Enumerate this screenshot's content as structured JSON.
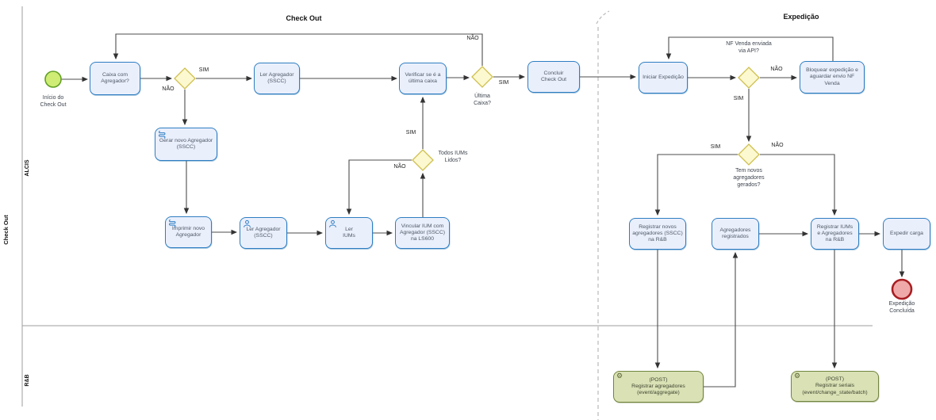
{
  "diagram": {
    "pool": {
      "label": "Check Out"
    },
    "lanes": [
      {
        "label": "ALCIS"
      },
      {
        "label": "R&B"
      }
    ],
    "phases": [
      {
        "label": "Check Out"
      },
      {
        "label": "Expedição"
      }
    ],
    "events": {
      "start": {
        "label": "Início do\nCheck Out"
      },
      "end": {
        "label": "Expedição\nConcluída"
      }
    },
    "tasks": [
      {
        "id": "caixa-com-agregador",
        "label": "Caixa com\nAgregador?"
      },
      {
        "id": "ler-agregador-sscc",
        "label": "Ler Agregador\n(SSCC)"
      },
      {
        "id": "verificar-ultima-caixa",
        "label": "Verificar se é a\núltima caixa"
      },
      {
        "id": "concluir-check-out",
        "label": "Concluir\nCheck Out"
      },
      {
        "id": "iniciar-expedicao",
        "label": "Iniciar Expedição"
      },
      {
        "id": "bloquear-expedicao",
        "label": "Bloquear expedição e\naguardar envio NF\nVenda"
      },
      {
        "id": "gerar-novo-agregador",
        "label": "Gerar novo Agregador\n(SSCC)",
        "icon": "script"
      },
      {
        "id": "imprimir-novo-agregador",
        "label": "Imprimir novo\nAgregador",
        "icon": "script"
      },
      {
        "id": "ler-agregador-sscc-2",
        "label": "Ler Agregador\n(SSCC)",
        "icon": "user"
      },
      {
        "id": "ler-iums",
        "label": "Ler\nIUMs",
        "icon": "user"
      },
      {
        "id": "vincular-ium",
        "label": "Vincular IUM com\nAgregador (SSCC)\nna LS600"
      },
      {
        "id": "registrar-novos-agregadores",
        "label": "Registrar novos\nagregadores (SSCC)\nna R&B"
      },
      {
        "id": "agregadores-registrados",
        "label": "Agregadores\nregistrados"
      },
      {
        "id": "registrar-iums-agregadores",
        "label": "Registrar IUMs\ne Agregadores\nna R&B"
      },
      {
        "id": "expedir-carga",
        "label": "Expedir carga"
      },
      {
        "id": "post-registrar-agregadores",
        "label": "(POST)\nRegistrar agregadores\n(event/aggregate)",
        "icon": "gear"
      },
      {
        "id": "post-registrar-seriais",
        "label": "(POST)\nRegistrar seriais\n(event/change_state/batch)",
        "icon": "gear"
      }
    ],
    "gateways": [
      {
        "id": "ultima-caixa-gw",
        "label": "Última\nCaixa?"
      },
      {
        "id": "nf-venda-gw",
        "label": "NF Venda enviada\nvia API?"
      },
      {
        "id": "tem-novos-gw",
        "label": "Tem novos\nagregadores\ngerados?"
      },
      {
        "id": "todos-iums-gw",
        "label": "Todos IUMs\nLidos?"
      }
    ],
    "edge_labels": [
      {
        "text": "SIM"
      },
      {
        "text": "NÃO"
      },
      {
        "text": "NÃO"
      },
      {
        "text": "SIM"
      },
      {
        "text": "NÃO"
      },
      {
        "text": "SIM"
      },
      {
        "text": "SIM"
      },
      {
        "text": "NÃO"
      },
      {
        "text": "SIM"
      },
      {
        "text": "NÃO"
      }
    ],
    "icons": {
      "gear_glyph": "⚙"
    },
    "colors": {
      "task_fill": "#eaeffc",
      "task_border": "#2e7ec2",
      "gateway_fill": "#fcf8cf",
      "gateway_border": "#cfc050",
      "service_fill": "#d9e1b5",
      "service_border": "#72853f",
      "start_fill": "#cfec75",
      "start_border": "#61a024",
      "end_fill": "#f0a9a9",
      "end_border": "#a81e22",
      "flow_line": "#4d4d4d",
      "lane_line": "#9e9e9e"
    }
  }
}
